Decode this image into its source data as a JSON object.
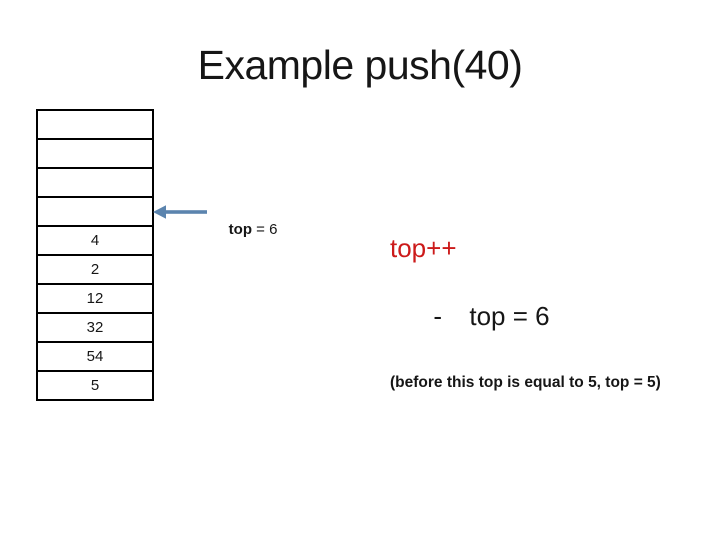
{
  "slide": {
    "title": "Example push(40)"
  },
  "stack": {
    "cells": [
      "",
      "",
      "",
      "",
      "4",
      "2",
      "12",
      "32",
      "54",
      "5"
    ]
  },
  "pointer": {
    "label_bold": "top",
    "label_rest": " = 6"
  },
  "annotation": {
    "line1": "top++",
    "line2_dash": "-",
    "line2_text": "top = 6",
    "line3": "(before this top is equal to 5, top = 5)"
  },
  "colors": {
    "arrow_blue": "#5b84ae",
    "accent_red": "#cc1a1a",
    "text_black": "#161616"
  }
}
